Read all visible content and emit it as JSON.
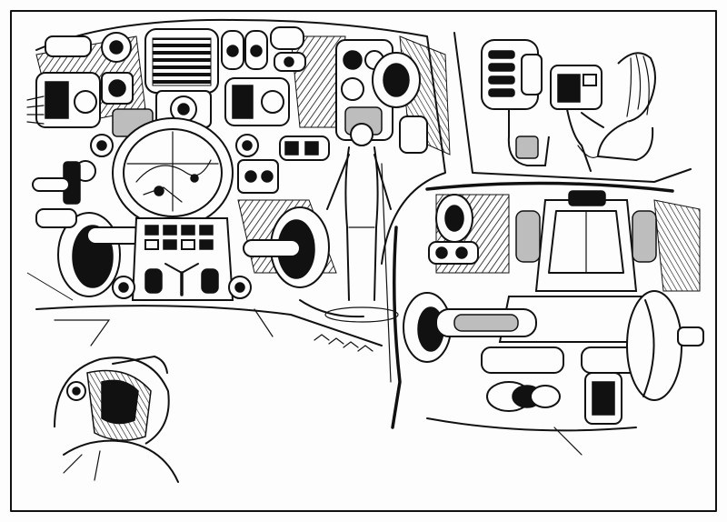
{
  "artwork": {
    "panels": [
      "cockpit-interior",
      "control-unit",
      "seat-assembly",
      "helmet-pilot"
    ],
    "ink_color": "#111111",
    "paper_color": "#fdfdfd"
  }
}
